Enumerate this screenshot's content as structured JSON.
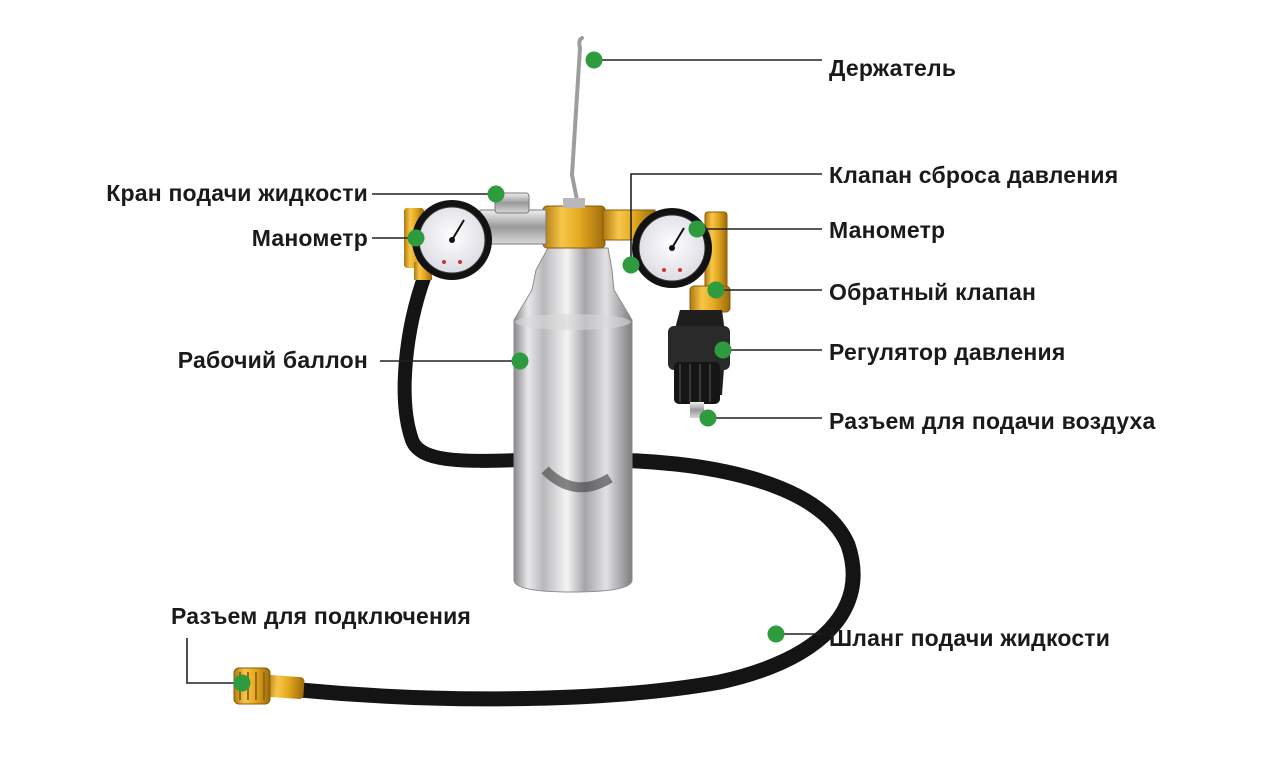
{
  "accent_colors": {
    "marker": "#2e9b3e",
    "leader": "#222222",
    "brass": "#e3a81f",
    "hose": "#141414",
    "steel": "#c9c9cb"
  },
  "labels": {
    "holder": "Держатель",
    "relief_valve": "Клапан сброса давления",
    "gauge_right": "Манометр",
    "check_valve": "Обратный клапан",
    "pressure_regulator": "Регулятор давления",
    "air_inlet": "Разъем для подачи воздуха",
    "fluid_tap": "Кран подачи жидкости",
    "gauge_left": "Манометр",
    "working_tank": "Рабочий баллон",
    "connector": "Разъем для подключения",
    "fluid_hose": "Шланг подачи жидкости"
  },
  "icons": {
    "marker": "green-dot-icon"
  }
}
